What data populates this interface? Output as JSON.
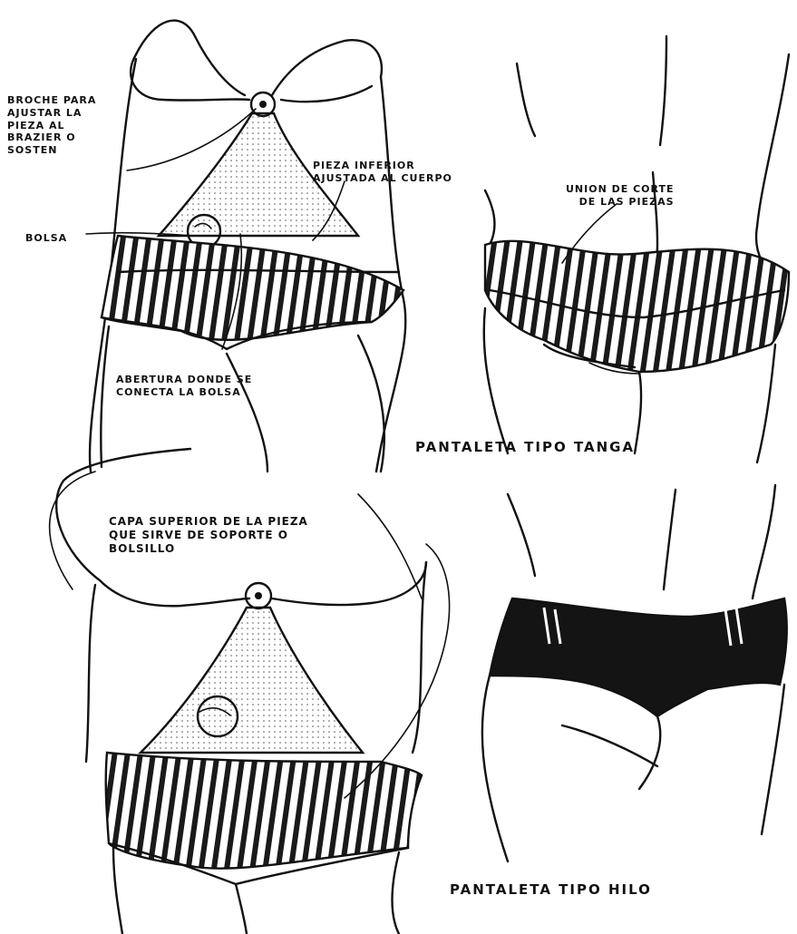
{
  "labels": {
    "broche": [
      "Broche para",
      "ajustar la",
      "pieza al",
      "brazier o",
      "sosten"
    ],
    "pieza_inferior": [
      "Pieza inferior",
      "ajustada al cuerpo"
    ],
    "bolsa": "Bolsa",
    "abertura": [
      "Abertura donde se",
      "conecta la bolsa"
    ],
    "union": [
      "Union de corte",
      "de las piezas"
    ],
    "tanga": "Pantaleta tipo tanga",
    "capa_superior": [
      "Capa superior de la pieza",
      "que sirve de soporte o",
      "bolsillo"
    ],
    "hilo": "Pantaleta tipo hilo"
  },
  "colors": {
    "ink": "#111111",
    "paper": "#ffffff",
    "fill": "#1a1a1a"
  }
}
